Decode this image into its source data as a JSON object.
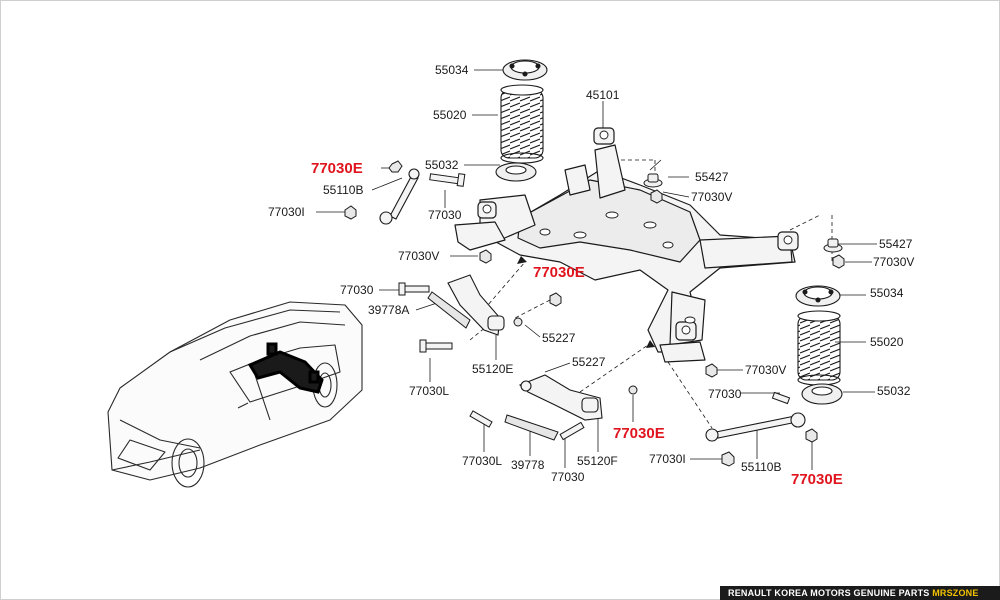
{
  "diagram": {
    "labels": {
      "l55034a": "55034",
      "l55020a": "55020",
      "l45101": "45101",
      "l77030Ea": "77030E",
      "l55032a": "55032",
      "l55427a": "55427",
      "l55110Ba": "55110B",
      "l77030Va": "77030V",
      "l77030a": "77030",
      "l77030Ia": "77030I",
      "l77030Vb": "77030V",
      "l77030Eb": "77030E",
      "l55427b": "55427",
      "l77030Vc": "77030V",
      "l77030b": "77030",
      "l39778A": "39778A",
      "l55034b": "55034",
      "l55227a": "55227",
      "l55020b": "55020",
      "l77030L_a": "77030L",
      "l55120E": "55120E",
      "l55227b": "55227",
      "l77030Vd": "77030V",
      "l55032b": "55032",
      "l77030c": "77030",
      "l77030Ec": "77030E",
      "l77030L_b": "77030L",
      "l39778": "39778",
      "l55120F": "55120F",
      "l77030Ib": "77030I",
      "l55110Bb": "55110B",
      "l77030d": "77030",
      "l77030Ed": "77030E"
    },
    "colors": {
      "highlight": "#e0141e",
      "line": "#1a1a1a",
      "part_fill": "#f4f4f4"
    }
  },
  "footer": {
    "text": "RENAULT KOREA MOTORS GENUINE PARTS",
    "brand": "MRSZONE"
  }
}
